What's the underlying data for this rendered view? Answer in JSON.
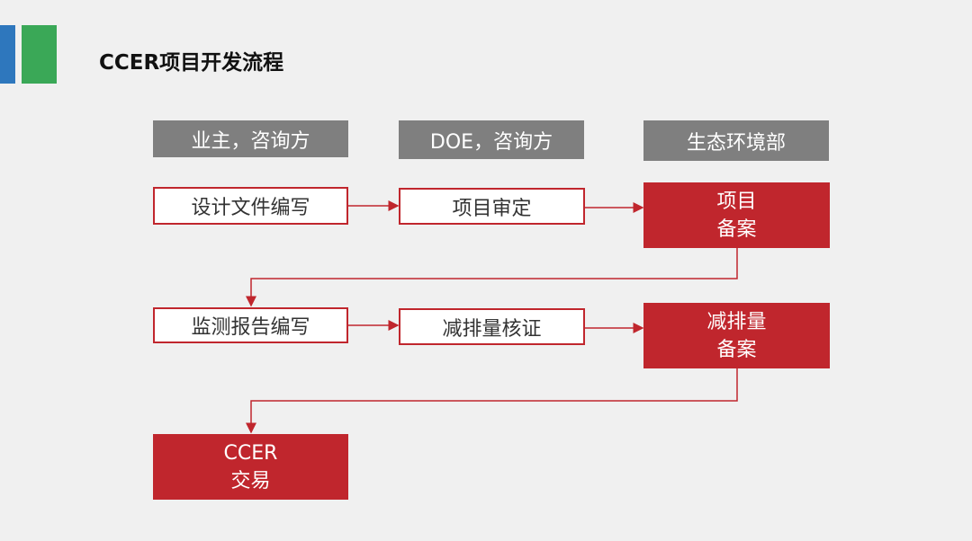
{
  "title": "CCER项目开发流程",
  "colors": {
    "accent_blue": "#2e77bd",
    "accent_green": "#3aa857",
    "header_gray": "#7f7f7f",
    "flow_red": "#c0262d"
  },
  "headers": [
    "业主，咨询方",
    "DOE，咨询方",
    "生态环境部"
  ],
  "row1": {
    "step1": "设计文件编写",
    "step2": "项目审定",
    "step3_line1": "项目",
    "step3_line2": "备案"
  },
  "row2": {
    "step1": "监测报告编写",
    "step2": "减排量核证",
    "step3_line1": "减排量",
    "step3_line2": "备案"
  },
  "final": {
    "line1": "CCER",
    "line2": "交易"
  }
}
